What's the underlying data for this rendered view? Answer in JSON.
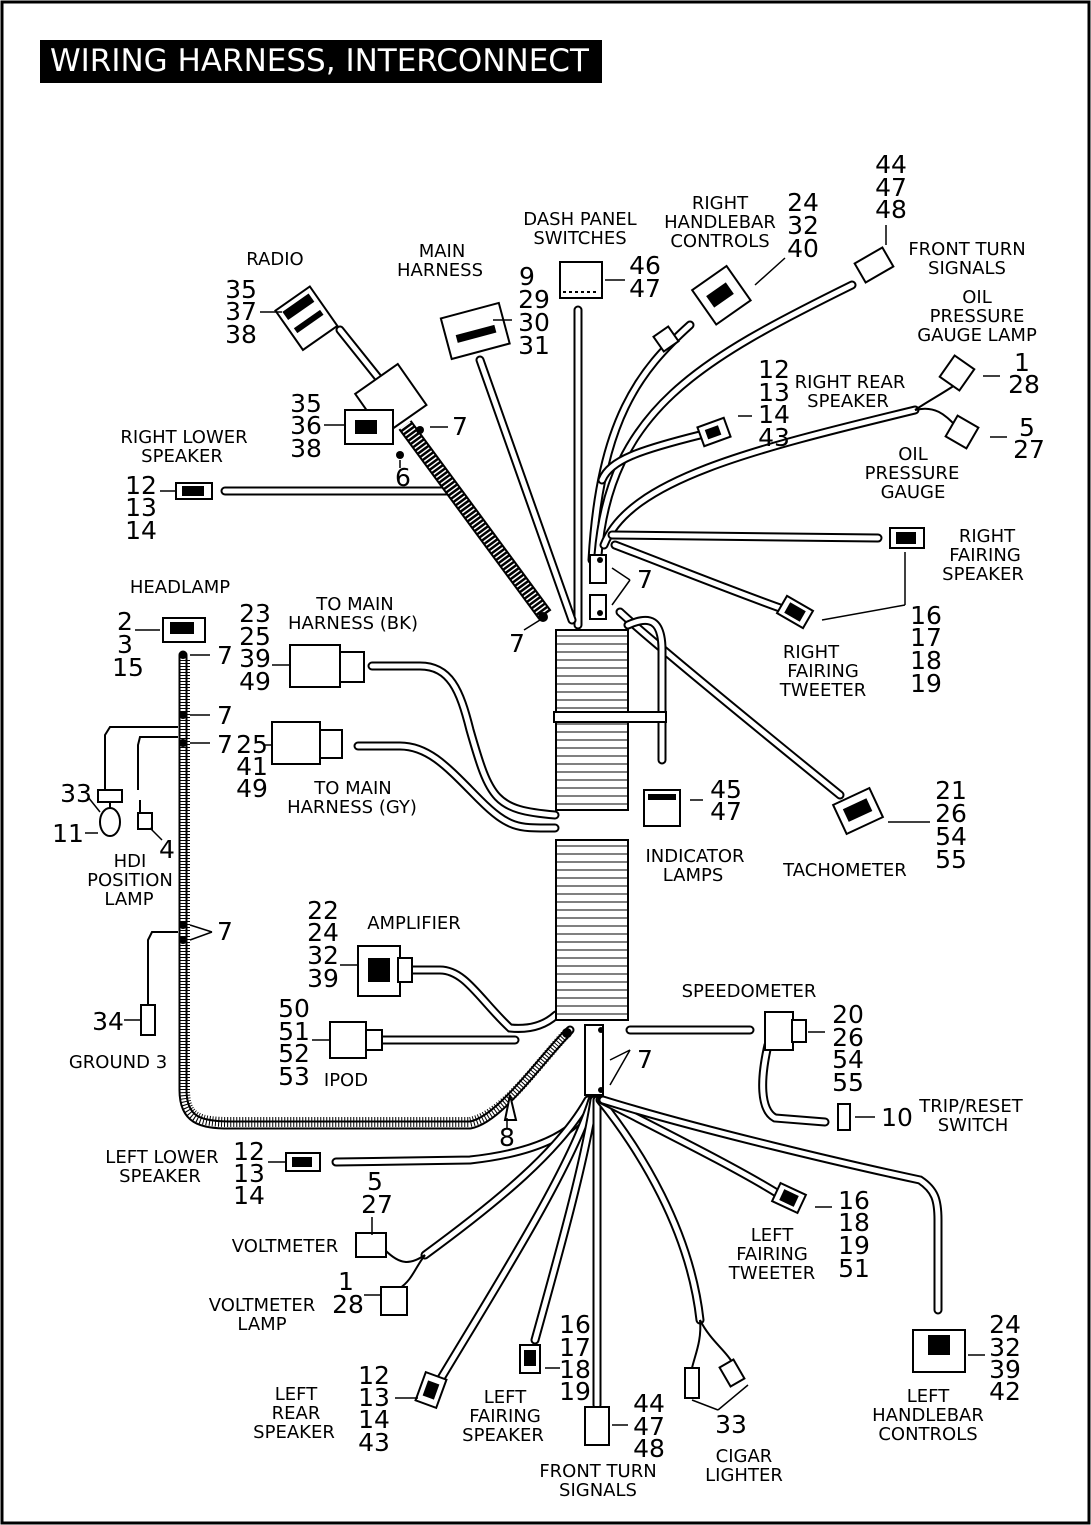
{
  "title": "WIRING HARNESS, INTERCONNECT",
  "components": {
    "radio": {
      "label": [
        "RADIO"
      ],
      "callouts": [
        "35",
        "37",
        "38"
      ]
    },
    "radio_bracket": {
      "callouts": [
        "35",
        "36",
        "38"
      ]
    },
    "main_harness": {
      "label": [
        "MAIN",
        "HARNESS"
      ],
      "callouts": [
        "9",
        "29",
        "30",
        "31"
      ]
    },
    "dash_panel_switches": {
      "label": [
        "DASH PANEL",
        "SWITCHES"
      ],
      "callouts": [
        "46",
        "47"
      ]
    },
    "right_handlebar_controls": {
      "label": [
        "RIGHT",
        "HANDLEBAR",
        "CONTROLS"
      ],
      "callouts": [
        "24",
        "32",
        "40"
      ]
    },
    "front_turn_signals_top": {
      "label": [
        "FRONT TURN",
        "SIGNALS"
      ],
      "callouts": [
        "44",
        "47",
        "48"
      ]
    },
    "oil_pressure_gauge_lamp": {
      "label": [
        "OIL",
        "PRESSURE",
        "GAUGE LAMP"
      ],
      "callouts": [
        "1",
        "28"
      ]
    },
    "right_rear_speaker": {
      "label": [
        "RIGHT REAR",
        "SPEAKER"
      ],
      "callouts": [
        "12",
        "13",
        "14",
        "43"
      ]
    },
    "oil_pressure_gauge": {
      "label": [
        "OIL",
        "PRESSURE",
        "GAUGE"
      ],
      "callouts": [
        "5",
        "27"
      ]
    },
    "right_lower_speaker": {
      "label": [
        "RIGHT LOWER",
        "SPEAKER"
      ],
      "callouts": [
        "12",
        "13",
        "14"
      ]
    },
    "right_fairing_speaker": {
      "label": [
        "RIGHT",
        "FAIRING",
        "SPEAKER"
      ]
    },
    "right_fairing_tweeter": {
      "label": [
        "RIGHT",
        "FAIRING",
        "TWEETER"
      ],
      "callouts": [
        "16",
        "17",
        "18",
        "19"
      ]
    },
    "headlamp": {
      "label": [
        "HEADLAMP"
      ],
      "callouts": [
        "2",
        "3",
        "15"
      ]
    },
    "to_main_harness_bk": {
      "label": [
        "TO MAIN",
        "HARNESS (BK)"
      ],
      "callouts": [
        "23",
        "25",
        "39",
        "49"
      ]
    },
    "to_main_harness_gy": {
      "label": [
        "TO MAIN",
        "HARNESS (GY)"
      ],
      "callouts": [
        "25",
        "41",
        "49"
      ]
    },
    "indicator_lamps": {
      "label": [
        "INDICATOR",
        "LAMPS"
      ],
      "callouts": [
        "45",
        "47"
      ]
    },
    "tachometer": {
      "label": [
        "TACHOMETER"
      ],
      "callouts": [
        "21",
        "26",
        "54",
        "55"
      ]
    },
    "hdi_position_lamp": {
      "label": [
        "HDI",
        "POSITION",
        "LAMP"
      ]
    },
    "amplifier": {
      "label": [
        "AMPLIFIER"
      ],
      "callouts": [
        "22",
        "24",
        "32",
        "39"
      ]
    },
    "ipod": {
      "label": [
        "IPOD"
      ],
      "callouts": [
        "50",
        "51",
        "52",
        "53"
      ]
    },
    "ground_3": {
      "label": [
        "GROUND 3"
      ],
      "callouts": [
        "34"
      ]
    },
    "speedometer": {
      "label": [
        "SPEEDOMETER"
      ],
      "callouts": [
        "20",
        "26",
        "54",
        "55"
      ]
    },
    "trip_reset_switch": {
      "label": [
        "TRIP/RESET",
        "SWITCH"
      ],
      "callouts": [
        "10"
      ]
    },
    "left_lower_speaker": {
      "label": [
        "LEFT LOWER",
        "SPEAKER"
      ],
      "callouts": [
        "12",
        "13",
        "14"
      ]
    },
    "voltmeter": {
      "label": [
        "VOLTMETER"
      ],
      "callouts": [
        "5",
        "27"
      ]
    },
    "voltmeter_lamp": {
      "label": [
        "VOLTMETER",
        "LAMP"
      ],
      "callouts": [
        "1",
        "28"
      ]
    },
    "left_fairing_tweeter": {
      "label": [
        "LEFT",
        "FAIRING",
        "TWEETER"
      ],
      "callouts": [
        "16",
        "18",
        "19",
        "51"
      ]
    },
    "left_rear_speaker": {
      "label": [
        "LEFT",
        "REAR",
        "SPEAKER"
      ],
      "callouts": [
        "12",
        "13",
        "14",
        "43"
      ]
    },
    "left_fairing_speaker": {
      "label": [
        "LEFT",
        "FAIRING",
        "SPEAKER"
      ],
      "callouts": [
        "16",
        "17",
        "18",
        "19"
      ]
    },
    "front_turn_signals_bottom": {
      "label": [
        "FRONT TURN",
        "SIGNALS"
      ],
      "callouts": [
        "44",
        "47",
        "48"
      ]
    },
    "cigar_lighter": {
      "label": [
        "CIGAR",
        "LIGHTER"
      ],
      "callouts": [
        "33"
      ]
    },
    "left_handlebar_controls": {
      "label": [
        "LEFT",
        "HANDLEBAR",
        "CONTROLS"
      ],
      "callouts": [
        "24",
        "32",
        "39",
        "42"
      ]
    }
  },
  "misc_callouts": {
    "c6": "6",
    "c7": "7",
    "c8": "8",
    "c4": "4",
    "c11": "11",
    "c33": "33"
  }
}
